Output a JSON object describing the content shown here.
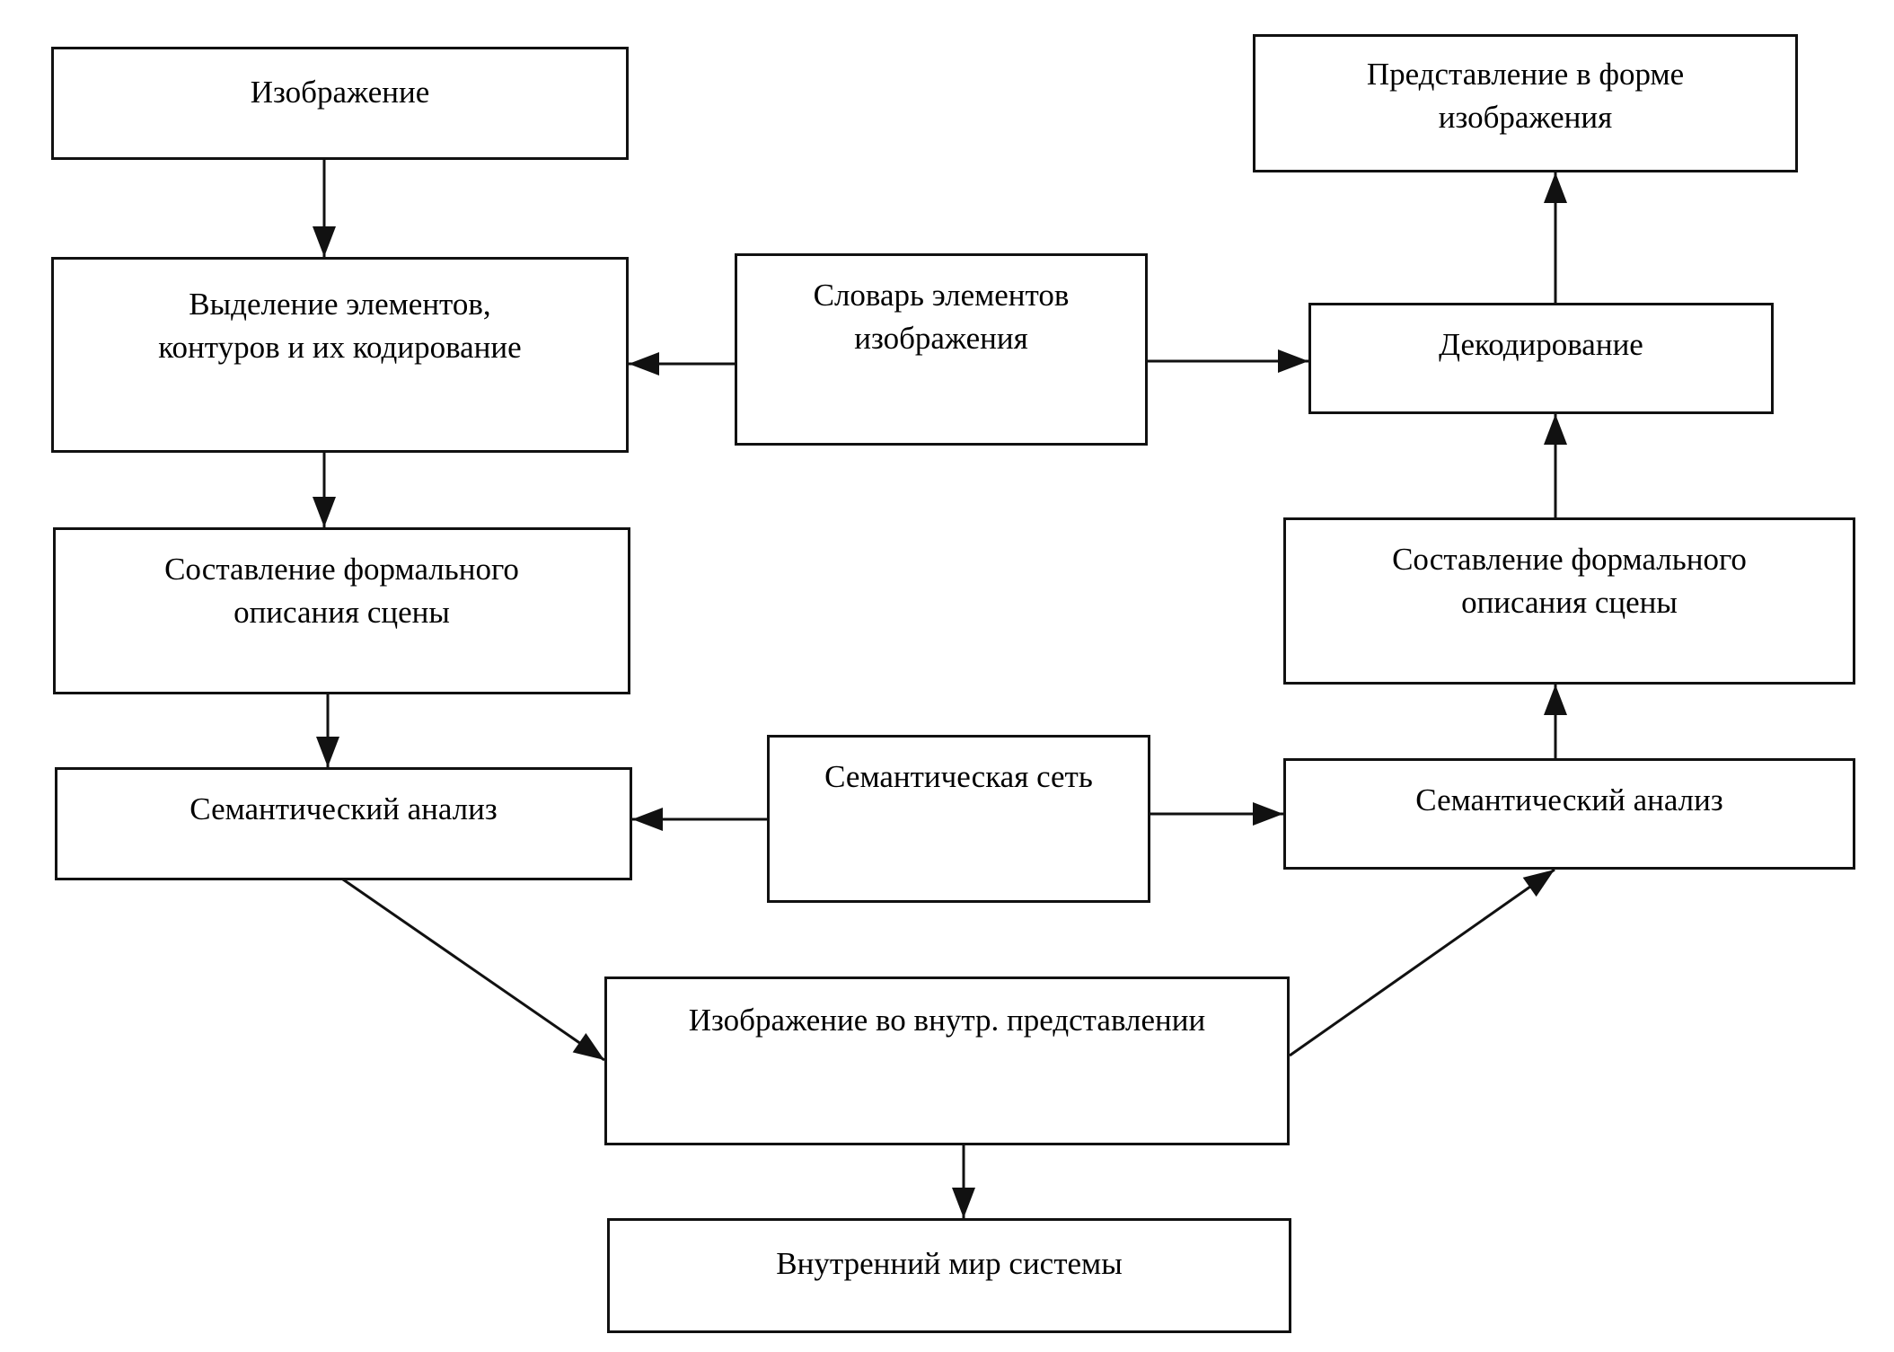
{
  "diagram": {
    "nodes": {
      "input_image": {
        "label": "Изображение"
      },
      "element_extraction": {
        "label": "Выделение элементов,\nконтуров и их кодирование"
      },
      "element_dictionary": {
        "label": "Словарь элементов\nизображения"
      },
      "decoding": {
        "label": "Декодирование"
      },
      "output_image": {
        "label": "Представление в форме\nизображения"
      },
      "formal_description_left": {
        "label": "Составление формального\nописания сцены"
      },
      "formal_description_right": {
        "label": "Составление формального\nописания сцены"
      },
      "semantic_analysis_left": {
        "label": "Семантический анализ"
      },
      "semantic_network": {
        "label": "Семантическая сеть"
      },
      "semantic_analysis_right": {
        "label": "Семантический анализ"
      },
      "internal_representation": {
        "label": "Изображение во внутр. представлении"
      },
      "internal_world": {
        "label": "Внутренний мир системы"
      }
    },
    "colors": {
      "stroke": "#111111",
      "background": "#ffffff"
    }
  }
}
